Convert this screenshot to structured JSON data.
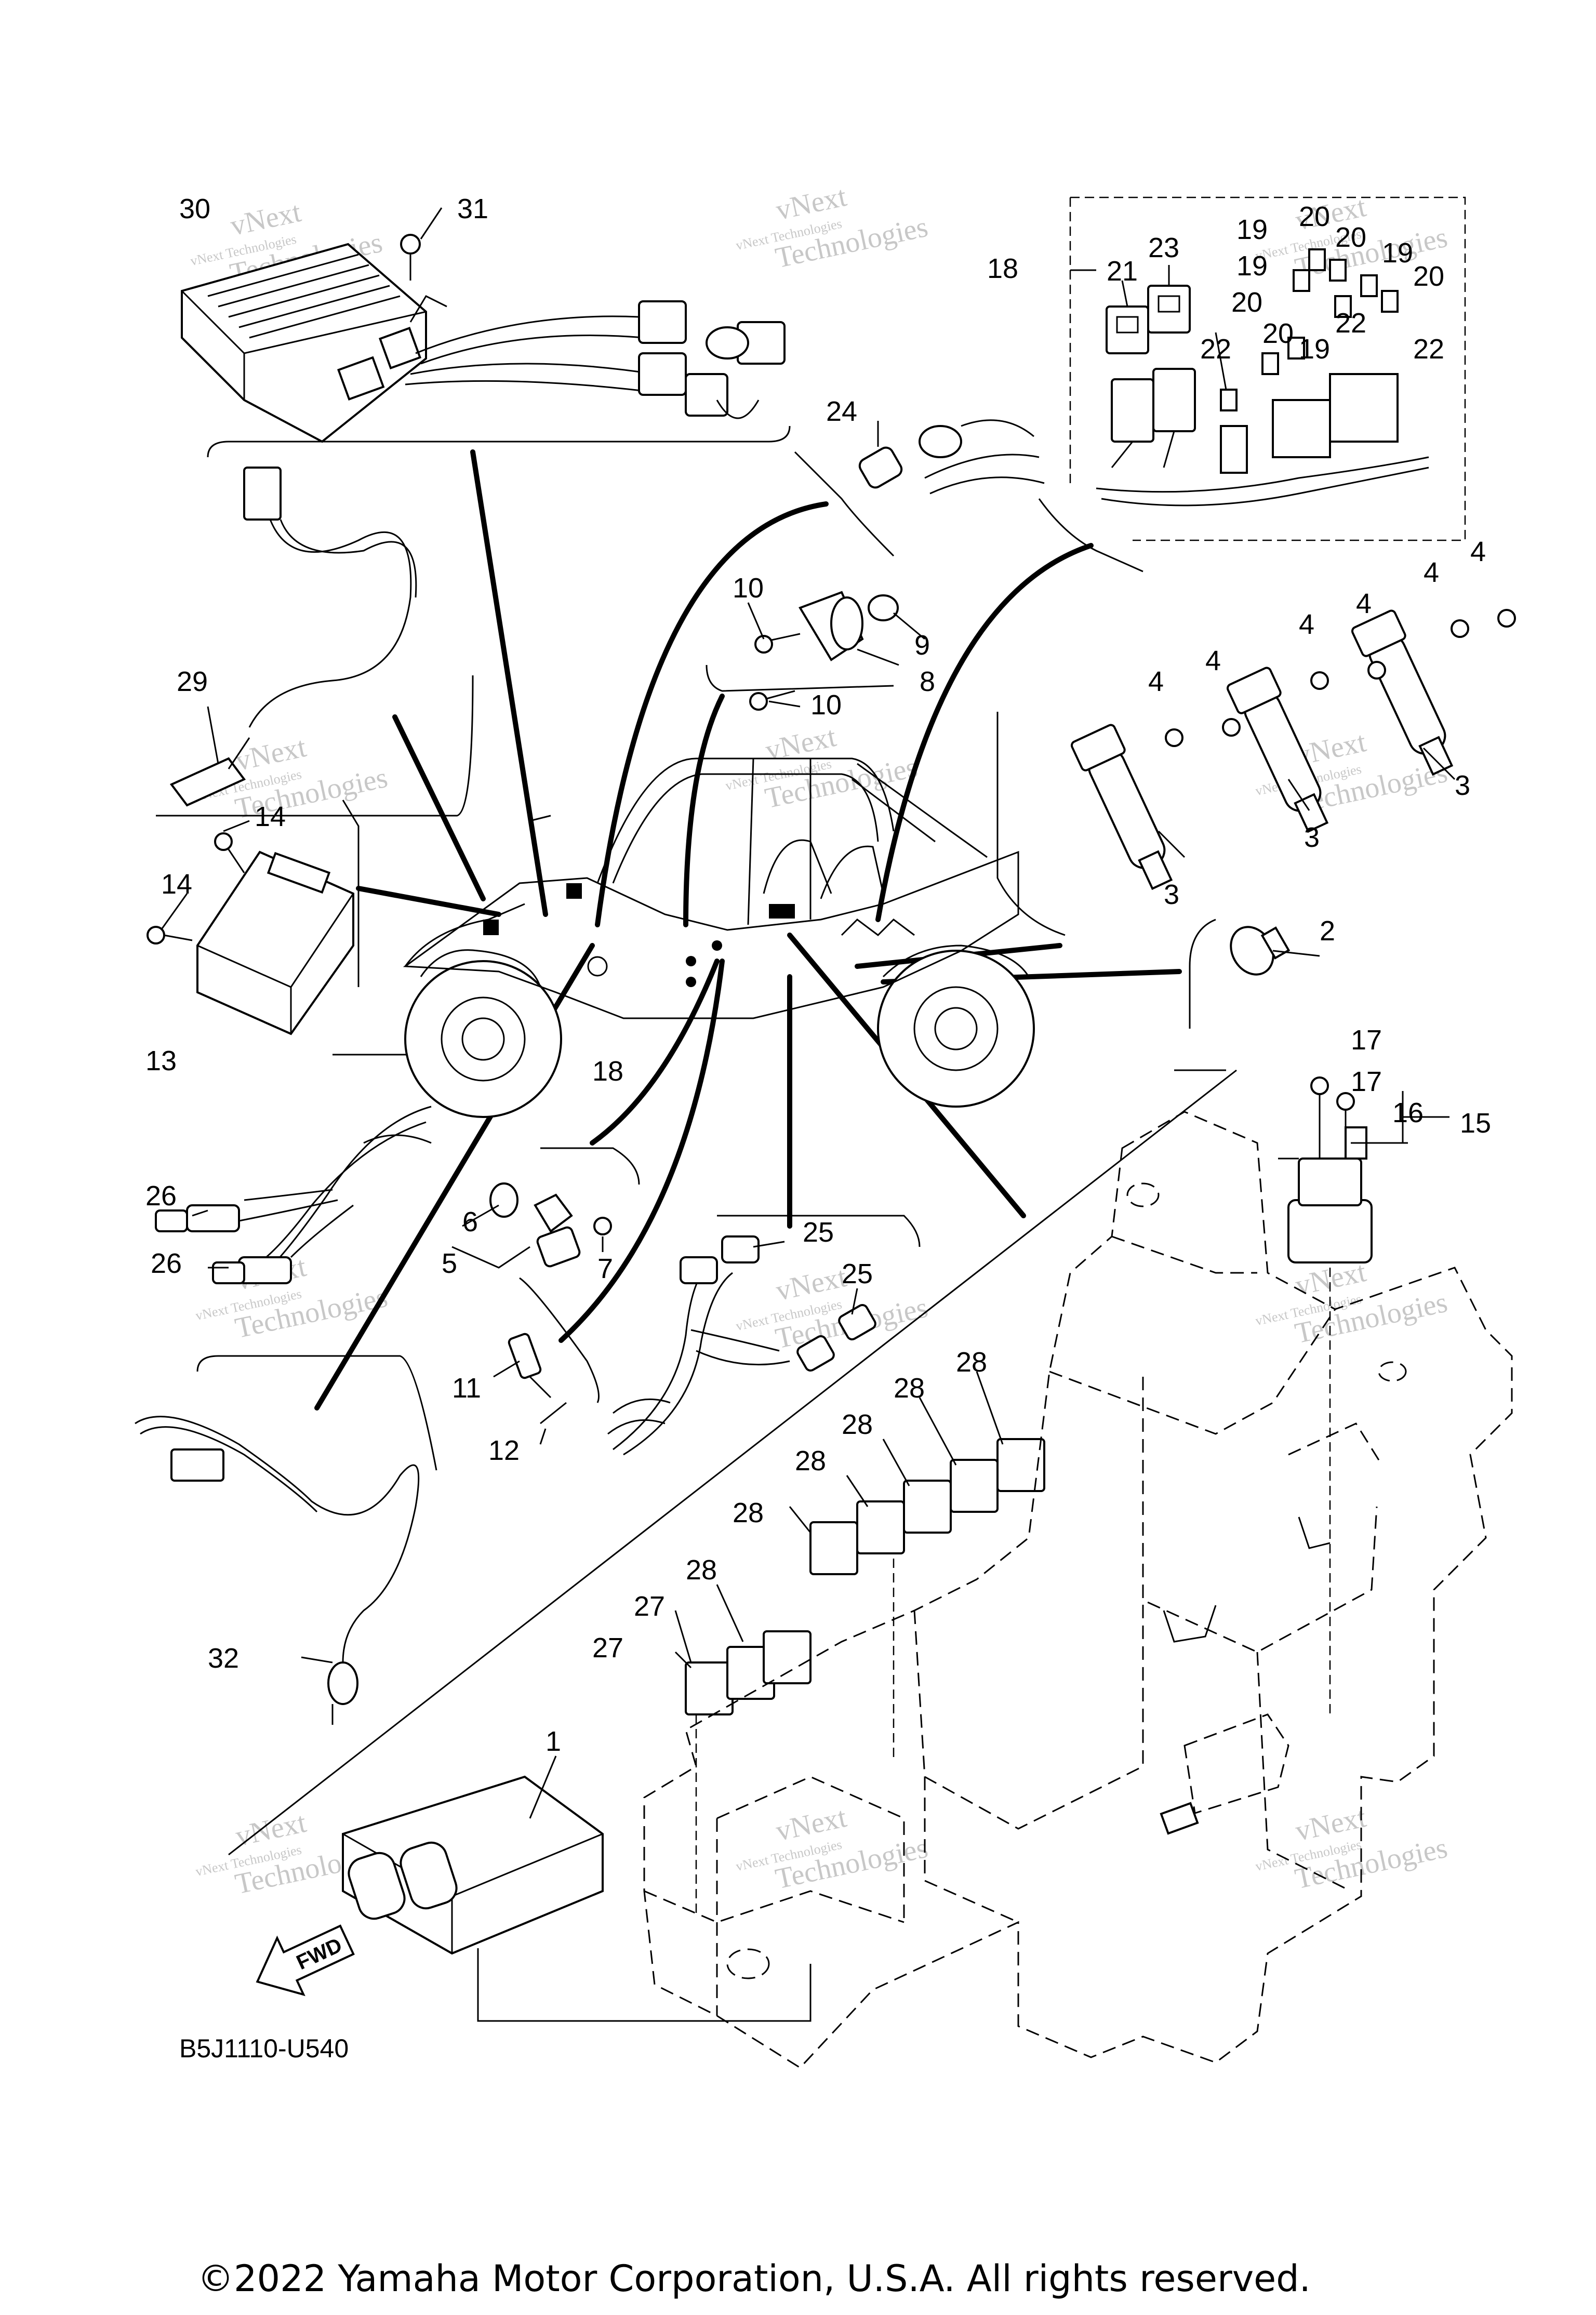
{
  "diagram_code": "B5J1110-U540",
  "copyright": "©2022 Yamaha Motor Corporation, U.S.A. All rights reserved.",
  "fwd_label": "FWD",
  "watermark": {
    "line1": "vNext Technologies",
    "line2": "Technologies",
    "line3": "vNext"
  },
  "callouts": {
    "c1": "1",
    "c2": "2",
    "c3a": "3",
    "c3b": "3",
    "c3c": "3",
    "c4a": "4",
    "c4b": "4",
    "c4c": "4",
    "c4d": "4",
    "c4e": "4",
    "c4f": "4",
    "c5": "5",
    "c6": "6",
    "c7": "7",
    "c8": "8",
    "c9": "9",
    "c10a": "10",
    "c10b": "10",
    "c11": "11",
    "c12": "12",
    "c13": "13",
    "c14a": "14",
    "c14b": "14",
    "c15": "15",
    "c16": "16",
    "c17a": "17",
    "c17b": "17",
    "c18a": "18",
    "c18b": "18",
    "c19a": "19",
    "c19b": "19",
    "c19c": "19",
    "c19d": "19",
    "c20a": "20",
    "c20b": "20",
    "c20c": "20",
    "c20d": "20",
    "c20e": "20",
    "c21": "21",
    "c22a": "22",
    "c22b": "22",
    "c22c": "22",
    "c23": "23",
    "c24": "24",
    "c25a": "25",
    "c25b": "25",
    "c26a": "26",
    "c26b": "26",
    "c27a": "27",
    "c27b": "27",
    "c28a": "28",
    "c28b": "28",
    "c28c": "28",
    "c28d": "28",
    "c28e": "28",
    "c28f": "28",
    "c29": "29",
    "c30": "30",
    "c31": "31",
    "c32": "32"
  }
}
